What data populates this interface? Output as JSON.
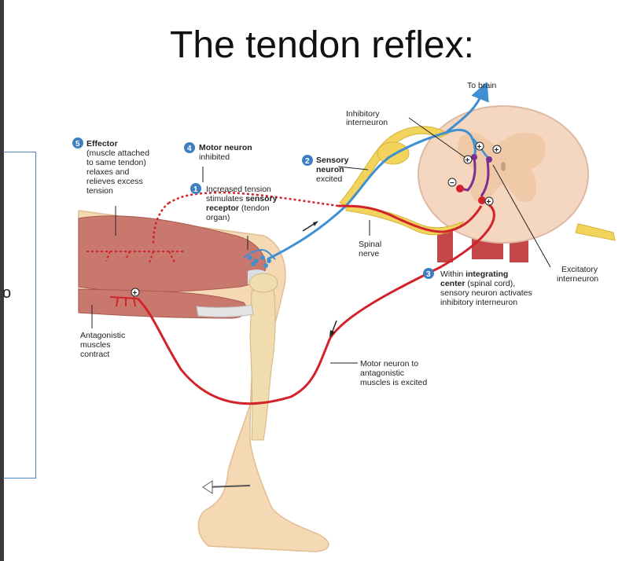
{
  "slide": {
    "title": "The tendon reflex:",
    "edge_text": "o"
  },
  "colors": {
    "sensory": "#3f8fd3",
    "motor": "#d2232a",
    "interneuron": "#7b2f8f",
    "nerve": "#f2d35b",
    "muscle": "#c9786e",
    "skin": "#f4d9b4",
    "frame": "#4a86c5"
  },
  "labels": {
    "to_brain": "To brain",
    "inhibitory_1": "Inhibitory",
    "inhibitory_2": "interneuron",
    "effector": {
      "num": "5",
      "title": "Effector",
      "lines": [
        "(muscle attached",
        "to same tendon)",
        "relaxes and",
        "relieves excess",
        "tension"
      ]
    },
    "motor_inhibited": {
      "num": "4",
      "title": "Motor neuron",
      "line": "inhibited"
    },
    "sensory_excited": {
      "num": "2",
      "title1": "Sensory",
      "title2": "neuron",
      "line": "excited"
    },
    "increased_tension": {
      "num": "1",
      "l1": "Increased tension",
      "l2": "stimulates ",
      "l2b": "sensory",
      "l3b": "receptor",
      "l3": " (tendon",
      "l4": "organ)"
    },
    "spinal_nerve": [
      "Spinal",
      "nerve"
    ],
    "integrating": {
      "num": "3",
      "l1": "Within ",
      "l1b": "integrating",
      "l2b": "center",
      "l2": " (spinal cord),",
      "l3": "sensory neuron activates",
      "l4": "inhibitory interneuron"
    },
    "excitatory": [
      "Excitatory",
      "interneuron"
    ],
    "antagonistic": [
      "Antagonistic",
      "muscles",
      "contract"
    ],
    "motor_antagonistic": [
      "Motor neuron to",
      "antagonistic",
      "muscles is excited"
    ],
    "plus": "+",
    "minus": "−"
  }
}
